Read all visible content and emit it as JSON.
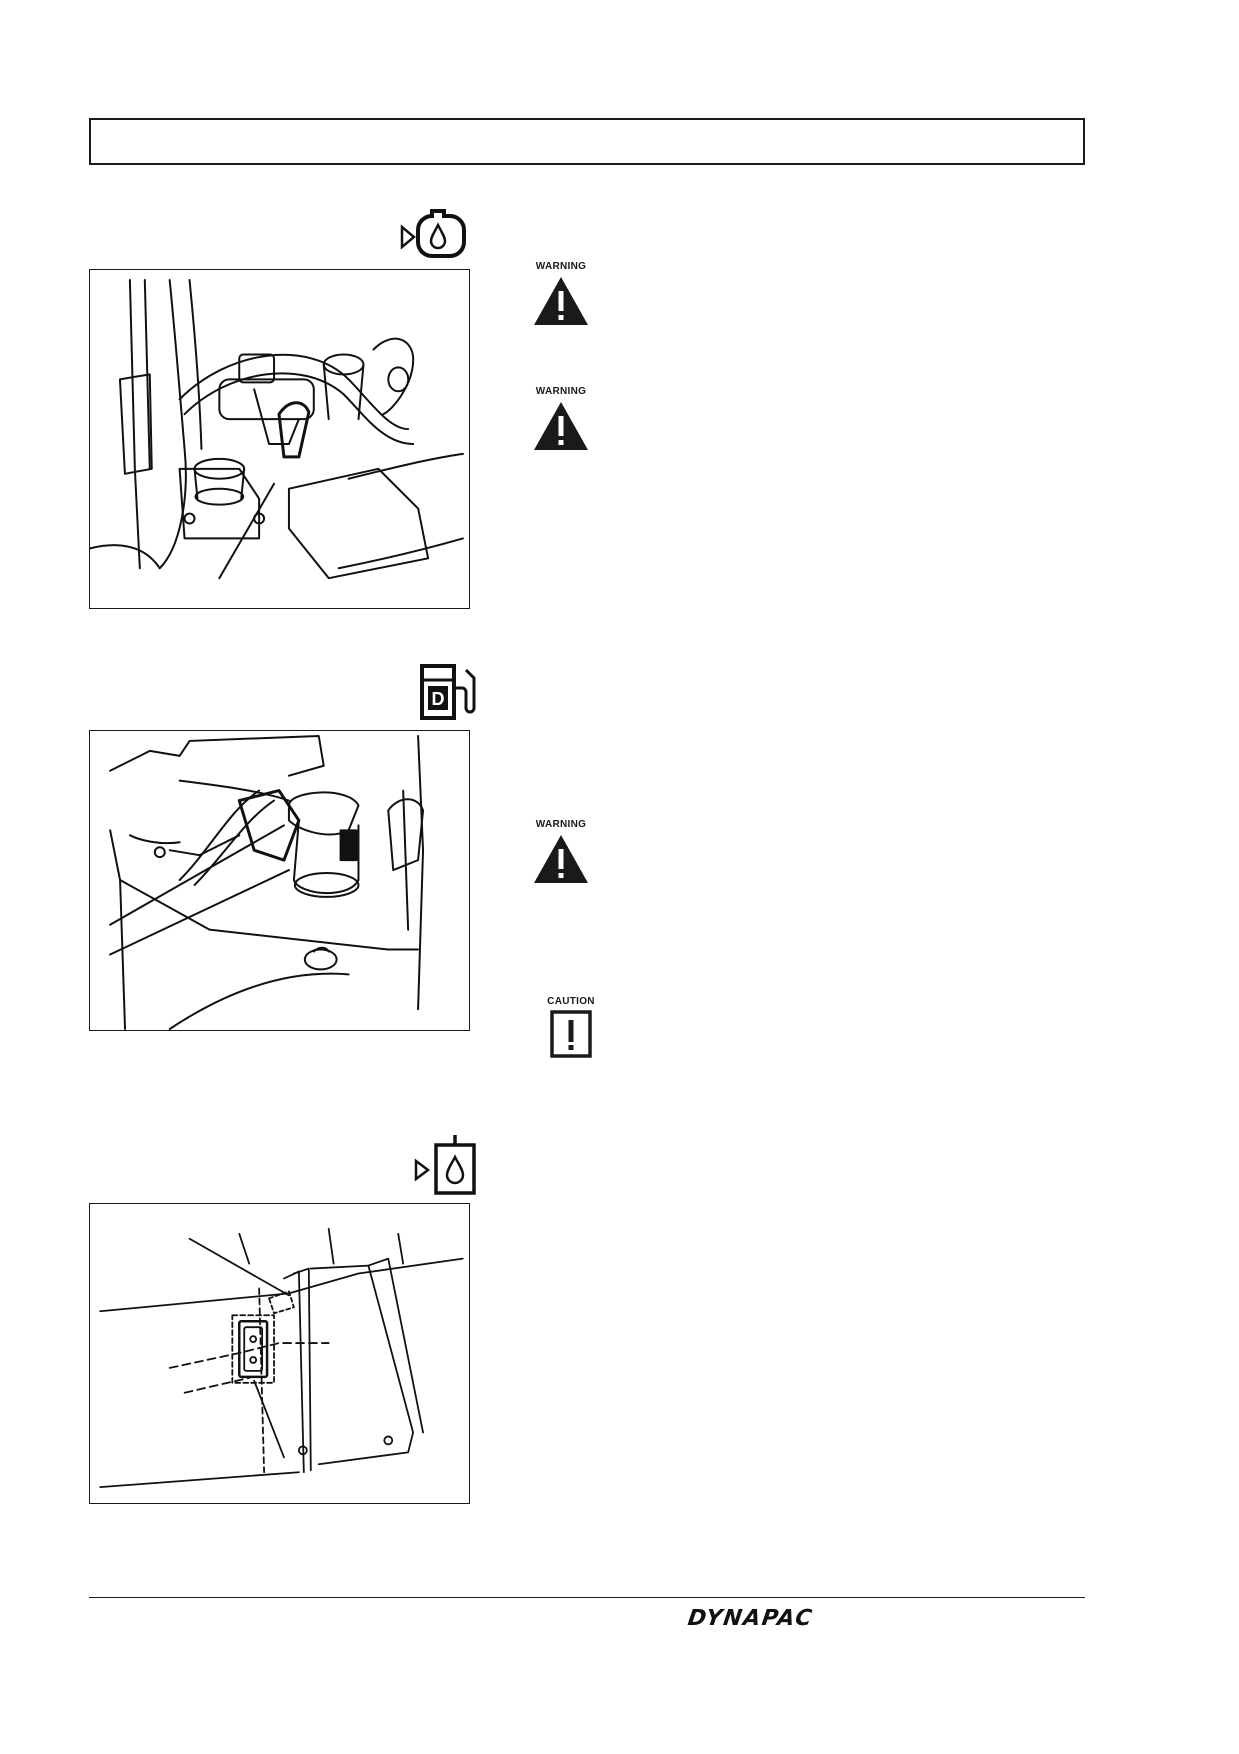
{
  "signs": {
    "warning_1": "WARNING",
    "warning_2": "WARNING",
    "warning_3": "WARNING",
    "caution_1": "CAUTION"
  },
  "icons": {
    "engine_oil": "engine-oil-drop-icon",
    "fuel": "diesel-fuel-pump-icon",
    "hydraulic": "hydraulic-tank-oil-icon"
  },
  "brand": {
    "logo": "DYNAPAC"
  }
}
